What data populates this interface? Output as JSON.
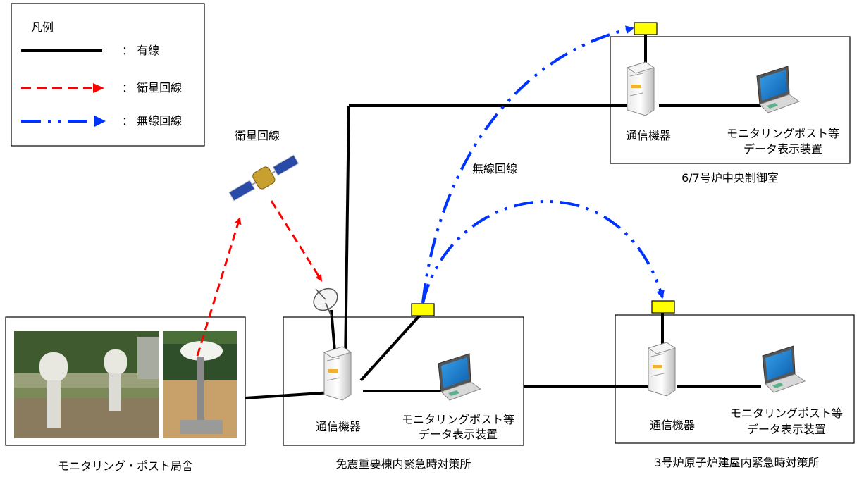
{
  "legend": {
    "title": "凡例",
    "items": [
      {
        "label": "： 有線",
        "style": "wired",
        "color": "#000000"
      },
      {
        "label": "： 衛星回線",
        "style": "satellite",
        "color": "#ff0000"
      },
      {
        "label": "： 無線回線",
        "style": "wireless",
        "color": "#0033ff"
      }
    ]
  },
  "labels": {
    "satellite": "衛星回線",
    "wireless": "無線回線"
  },
  "nodes": {
    "monitoring_post": {
      "caption": "モニタリング・ポスト局舎"
    },
    "seismic_center": {
      "caption": "免震重要棟内緊急時対策所",
      "device": "通信機器",
      "display_line1": "モニタリングポスト等",
      "display_line2": "データ表示装置"
    },
    "control_room": {
      "caption": "6/7号炉中央制御室",
      "device": "通信機器",
      "display_line1": "モニタリングポスト等",
      "display_line2": "データ表示装置"
    },
    "unit3": {
      "caption": "3号炉原子炉建屋内緊急時対策所",
      "device": "通信機器",
      "display_line1": "モニタリングポスト等",
      "display_line2": "データ表示装置"
    }
  },
  "colors": {
    "wired": "#000000",
    "satellite": "#ff0000",
    "wireless": "#0033ff",
    "antenna": "#ffff00"
  }
}
